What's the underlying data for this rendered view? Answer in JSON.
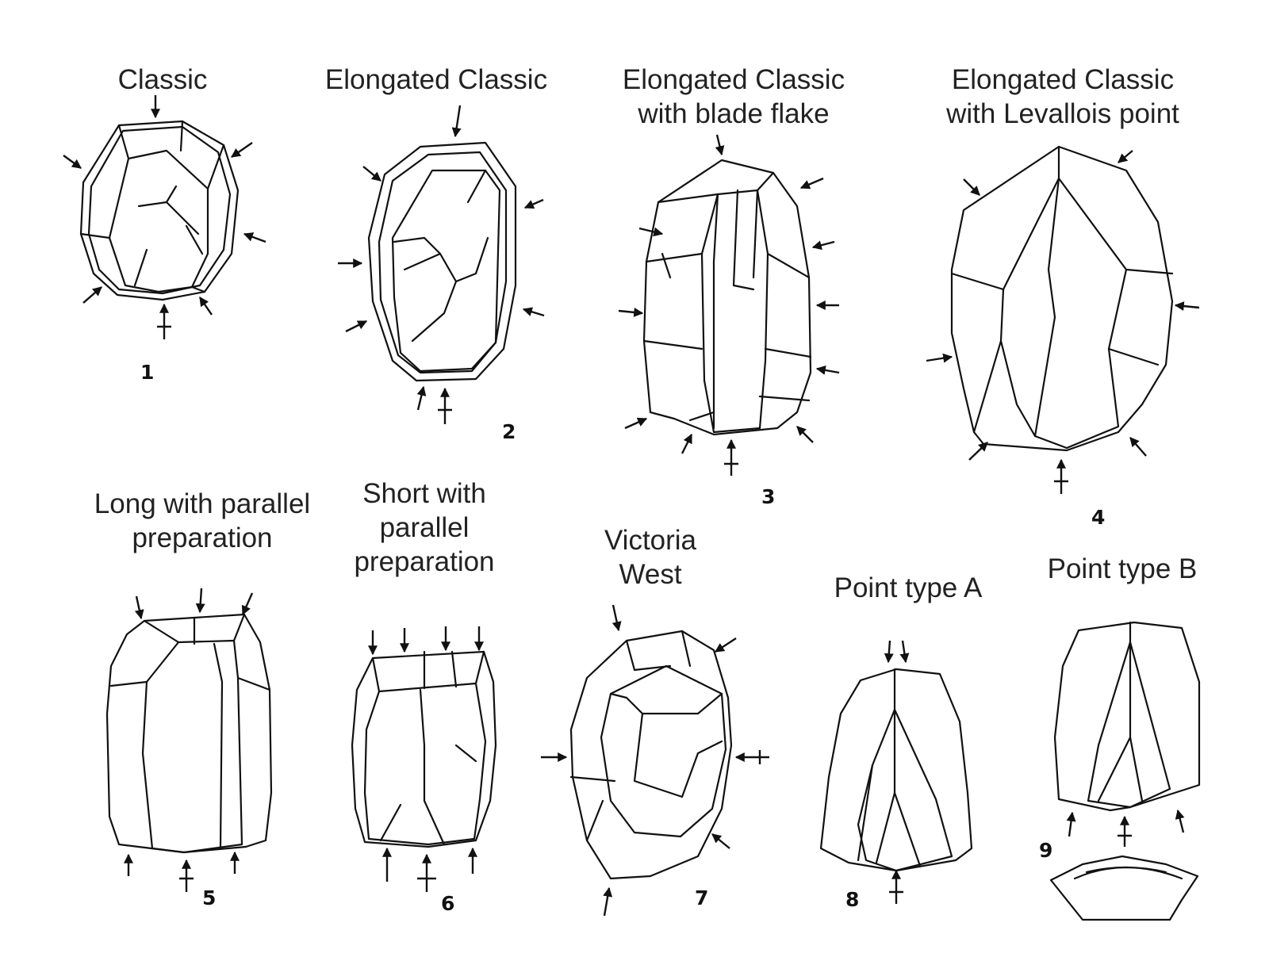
{
  "figures": [
    {
      "id": 1,
      "title": "Classic",
      "number": "1"
    },
    {
      "id": 2,
      "title": "Elongated Classic",
      "number": "2"
    },
    {
      "id": 3,
      "title": "Elongated Classic\nwith blade flake",
      "number": "3"
    },
    {
      "id": 4,
      "title": "Elongated Classic\nwith Levallois point",
      "number": "4"
    },
    {
      "id": 5,
      "title": "Long with parallel\npreparation",
      "number": "5"
    },
    {
      "id": 6,
      "title": "Short with\nparallel\npreparation",
      "number": "6"
    },
    {
      "id": 7,
      "title": "Victoria\nWest",
      "number": "7"
    },
    {
      "id": 8,
      "title": "Point type A",
      "number": "8"
    },
    {
      "id": 9,
      "title": "Point type B",
      "number": "9"
    }
  ]
}
